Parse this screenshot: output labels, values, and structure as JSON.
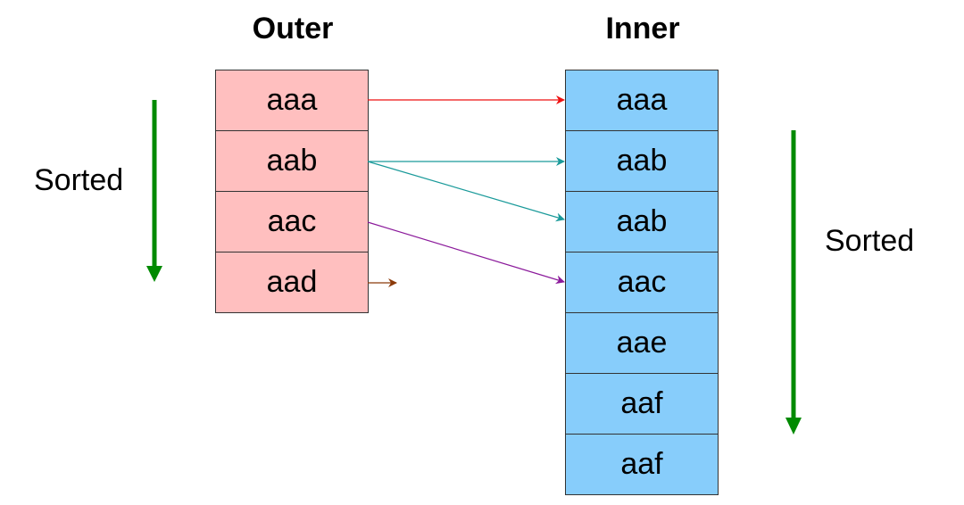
{
  "outer": {
    "title": "Outer",
    "rows": [
      "aaa",
      "aab",
      "aac",
      "aad"
    ]
  },
  "inner": {
    "title": "Inner",
    "rows": [
      "aaa",
      "aab",
      "aab",
      "aac",
      "aae",
      "aaf",
      "aaf"
    ]
  },
  "sorted_label_left": "Sorted",
  "sorted_label_right": "Sorted",
  "colors": {
    "outer_fill": "#ffbfbf",
    "inner_fill": "#87cdfb",
    "sort_arrow": "#008a00",
    "match_aaa": "#ee1111",
    "match_aab": "#1a9a9a",
    "match_aac": "#8b1a9b",
    "no_match_aad": "#8b3a0a"
  }
}
